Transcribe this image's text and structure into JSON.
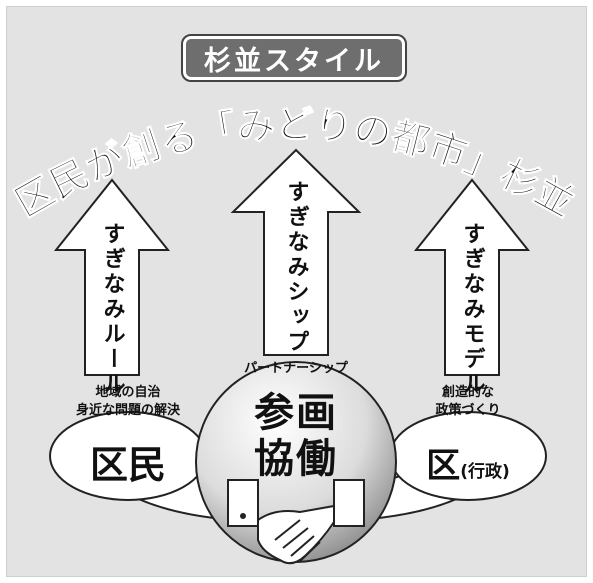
{
  "title_badge": "杉並スタイル",
  "headline": "区民が創る「みどりの都市」杉並",
  "arrows": [
    {
      "label": "すぎなみルール"
    },
    {
      "label": "すぎなみシップ"
    },
    {
      "label": "すぎなみモデル"
    }
  ],
  "partnership": "パートナーシップ",
  "left_note_1": "地域の自治",
  "left_note_2": "身近な問題の解決",
  "left_oval": "区民",
  "right_note_1": "創造的な",
  "right_note_2": "政策づくり",
  "right_oval_main": "区",
  "right_oval_sub": "(行政)",
  "center_line_1": "参画",
  "center_line_2": "協働"
}
